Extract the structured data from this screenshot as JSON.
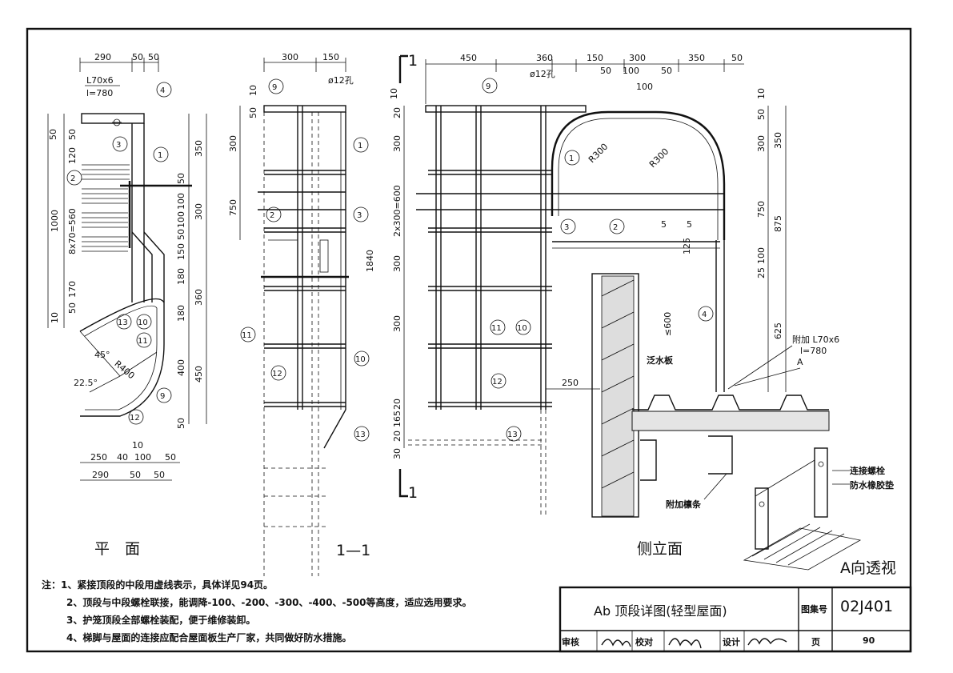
{
  "views": {
    "plan": "平　面",
    "section": "1—1",
    "side_elevation": "侧立面",
    "perspective": "A向透视"
  },
  "callouts": [
    "1",
    "2",
    "3",
    "4",
    "9",
    "10",
    "11",
    "12",
    "13"
  ],
  "plan_dims": {
    "top": [
      "290",
      "50",
      "50"
    ],
    "bottom_1": [
      "250",
      "40",
      "100",
      "50"
    ],
    "bottom_2": [
      "290",
      "50",
      "50"
    ],
    "bottom_10": "10",
    "left": [
      "50",
      "50",
      "120",
      "8x70=560",
      "1000",
      "170",
      "50",
      "10"
    ],
    "right": [
      "350",
      "50",
      "100",
      "100",
      "300",
      "50",
      "150",
      "180",
      "360",
      "180",
      "400",
      "450",
      "50"
    ],
    "angle_1": "45°",
    "angle_2": "22.5°",
    "radius": "R400",
    "member": "L70x6",
    "member_len": "l=780"
  },
  "section_dims": {
    "top": [
      "300",
      "150"
    ],
    "hole": "ø12孔",
    "left": [
      "10",
      "50",
      "300",
      "750"
    ]
  },
  "side_dims": {
    "top": [
      "450",
      "360",
      "150",
      "300",
      "350",
      "50"
    ],
    "top_2": [
      "50",
      "100",
      "50"
    ],
    "top_3": "100",
    "hole": "ø12孔",
    "left": [
      "10",
      "20",
      "300",
      "2x300=600",
      "300",
      "300",
      "20",
      "165",
      "20",
      "30",
      "1840"
    ],
    "right": [
      "10",
      "50",
      "300",
      "350",
      "750",
      "875",
      "100",
      "25",
      "625"
    ],
    "radius_1": "R300",
    "radius_2": "R300",
    "weld_1": "5",
    "weld_2": "5",
    "d125": "125",
    "d600": "≤600",
    "d250": "250",
    "section_mark": "1",
    "arrow_a": "A"
  },
  "labels": {
    "flashing": "泛水板",
    "extra_angle": "附加 L70x6",
    "extra_angle_len": "l=780",
    "extra_purlin": "附加檩条",
    "bolt": "连接螺栓",
    "rubber_pad": "防水橡胶垫"
  },
  "notes": [
    "注：1、紧接顶段的中段用虚线表示，具体详见94页。",
    "2、顶段与中段螺栓联接，能调降-100、-200、-300、-400、-500等高度，适应选用要求。",
    "3、护笼顶段全部螺栓装配，便于维修装卸。",
    "4、梯脚与屋面的连接应配合屋面板生产厂家，共同做好防水措施。"
  ],
  "title_block": {
    "title": "Ab 顶段详图(轻型屋面)",
    "atlas_label": "图集号",
    "atlas_no": "02J401",
    "review": "审核",
    "check": "校对",
    "design": "设计",
    "page_label": "页",
    "page_no": "90"
  }
}
